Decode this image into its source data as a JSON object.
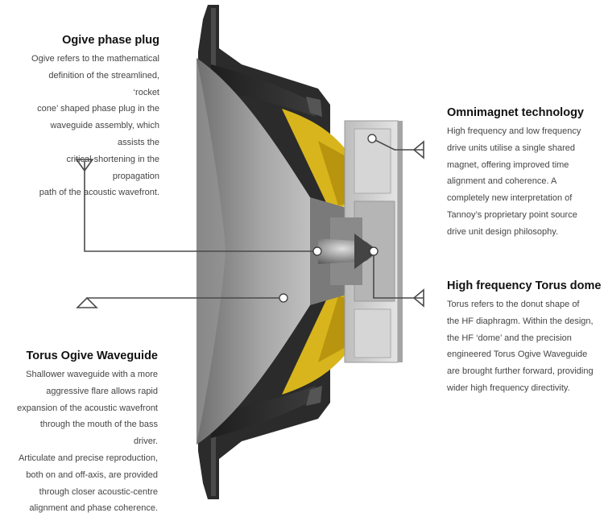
{
  "callouts": {
    "ogive": {
      "title": "Ogive phase plug",
      "lines": [
        "Ogive refers to the mathematical",
        "definition of the streamlined, ‘rocket",
        "cone’ shaped phase plug in the",
        "waveguide assembly, which assists the",
        "critical shortening in the propagation",
        "path of the acoustic wavefront."
      ]
    },
    "omnimagnet": {
      "title": "Omnimagnet technology",
      "lines": [
        "High frequency and low frequency",
        "drive units utilise a single shared",
        "magnet, offering improved time",
        "alignment and coherence. A",
        "completely new interpretation of",
        "Tannoy’s proprietary point source",
        "drive unit design philosophy."
      ]
    },
    "torus_dome": {
      "title": "High frequency Torus dome",
      "lines": [
        "Torus refers to the donut shape of",
        "the HF diaphragm. Within the design,",
        "the HF ‘dome’ and the precision",
        "engineered Torus Ogive Waveguide",
        "are brought further forward, providing",
        "wider high frequency directivity."
      ]
    },
    "waveguide": {
      "title": "Torus Ogive Waveguide",
      "lines": [
        "Shallower waveguide with a more",
        "aggressive flare allows rapid",
        "expansion of the acoustic wavefront",
        "through the mouth of the bass driver.",
        "Articulate and precise reproduction,",
        "both on and off-axis, are provided",
        "through closer acoustic-centre",
        "alignment and phase coherence."
      ]
    }
  },
  "colors": {
    "cone_yellow": "#d8b51c",
    "frame_dark": "#2b2b2b",
    "horn_gray": "#8f8f8f",
    "magnet_gray": "#c8c8c8",
    "leader_line": "#4a4a4a"
  }
}
